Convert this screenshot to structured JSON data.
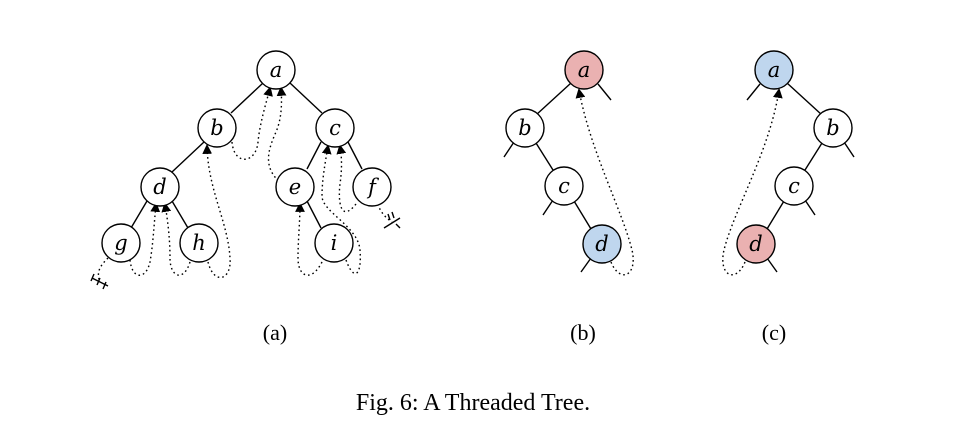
{
  "colors": {
    "node_fill": "#ffffff",
    "red_fill": "#eab1b1",
    "blue_fill": "#bfd6ee"
  },
  "panels": [
    {
      "label": "(a)",
      "nodes": [
        {
          "id": "a",
          "label": "a",
          "fill": "white"
        },
        {
          "id": "b",
          "label": "b",
          "fill": "white"
        },
        {
          "id": "c",
          "label": "c",
          "fill": "white"
        },
        {
          "id": "d",
          "label": "d",
          "fill": "white"
        },
        {
          "id": "e",
          "label": "e",
          "fill": "white"
        },
        {
          "id": "f",
          "label": "f",
          "fill": "white"
        },
        {
          "id": "g",
          "label": "g",
          "fill": "white"
        },
        {
          "id": "h",
          "label": "h",
          "fill": "white"
        },
        {
          "id": "i",
          "label": "i",
          "fill": "white"
        }
      ],
      "edges": [
        [
          "a",
          "b"
        ],
        [
          "a",
          "c"
        ],
        [
          "b",
          "d"
        ],
        [
          "c",
          "e"
        ],
        [
          "c",
          "f"
        ],
        [
          "d",
          "g"
        ],
        [
          "d",
          "h"
        ],
        [
          "e",
          "i"
        ]
      ],
      "threads": [
        {
          "from": "g",
          "to": "d"
        },
        {
          "from": "h",
          "to": "d"
        },
        {
          "from": "h",
          "to": "b"
        },
        {
          "from": "b",
          "to": "a"
        },
        {
          "from": "e",
          "to": "a"
        },
        {
          "from": "i",
          "to": "e"
        },
        {
          "from": "i",
          "to": "c"
        },
        {
          "from": "f",
          "to": "c"
        }
      ]
    },
    {
      "label": "(b)",
      "nodes": [
        {
          "id": "a",
          "label": "a",
          "fill": "red"
        },
        {
          "id": "b",
          "label": "b",
          "fill": "white"
        },
        {
          "id": "c",
          "label": "c",
          "fill": "white"
        },
        {
          "id": "d",
          "label": "d",
          "fill": "blue"
        }
      ],
      "edges": [
        [
          "a",
          "b"
        ],
        [
          "b",
          "c"
        ],
        [
          "c",
          "d"
        ]
      ],
      "threads": [
        {
          "from": "d",
          "to": "a"
        }
      ]
    },
    {
      "label": "(c)",
      "nodes": [
        {
          "id": "a",
          "label": "a",
          "fill": "blue"
        },
        {
          "id": "b",
          "label": "b",
          "fill": "white"
        },
        {
          "id": "c",
          "label": "c",
          "fill": "white"
        },
        {
          "id": "d",
          "label": "d",
          "fill": "red"
        }
      ],
      "edges": [
        [
          "a",
          "b"
        ],
        [
          "b",
          "c"
        ],
        [
          "c",
          "d"
        ]
      ],
      "threads": [
        {
          "from": "d",
          "to": "a"
        }
      ]
    }
  ],
  "caption": "Fig. 6: A Threaded Tree."
}
